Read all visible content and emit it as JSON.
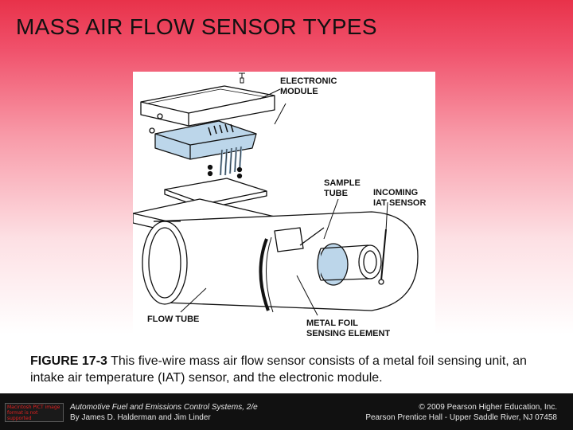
{
  "slide": {
    "title": "MASS AIR FLOW SENSOR TYPES"
  },
  "figure": {
    "labels": {
      "electronic_module": "ELECTRONIC\nMODULE",
      "sample_tube": "SAMPLE\nTUBE",
      "incoming_iat": "INCOMING\nIAT SENSOR",
      "flow_tube": "FLOW TUBE",
      "metal_foil": "METAL FOIL\nSENSING ELEMENT"
    }
  },
  "caption": {
    "figure_number": "FIGURE 17-3",
    "text": " This five-wire mass air flow sensor consists of a metal foil sensing unit, an intake air temperature (IAT) sensor, and the electronic module."
  },
  "footer": {
    "logo_text": "Macintosh PICT image format is not supported",
    "book_title": "Automotive Fuel and Emissions Control Systems, 2/e",
    "authors": "By James D. Halderman and Jim Linder",
    "copyright": "© 2009 Pearson Higher Education, Inc.",
    "publisher": "Pearson Prentice Hall - Upper Saddle River, NJ 07458"
  }
}
